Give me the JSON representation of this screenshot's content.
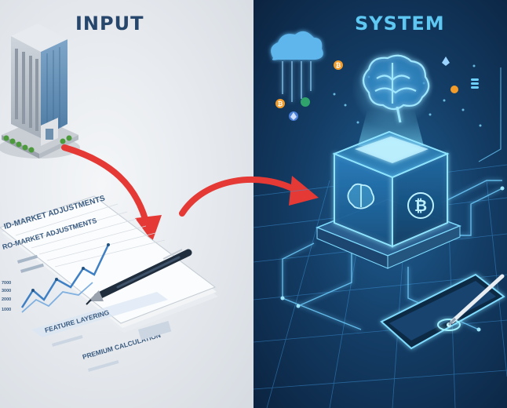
{
  "headers": {
    "input_title": "INPUT",
    "system_title": "SYSTEM"
  },
  "document": {
    "heading_1": "ID-MARKET ADJUSTMENTS",
    "heading_2": "RO-MARKET ADJUSTMENTS",
    "axis_values": [
      "7000",
      "3000",
      "2000",
      "1000"
    ],
    "section_1": "FEATURE LAYERING",
    "section_2": "PREMIUM CALCULATION"
  },
  "colors": {
    "arrow": "#e53935",
    "system_glow": "#5ec8f2",
    "input_title": "#27466c"
  },
  "icons": [
    "office-building-icon",
    "document-icon",
    "pen-icon",
    "cloud-icon",
    "ai-brain-icon",
    "bitcoin-icon",
    "ethereum-icon",
    "database-icon",
    "tablet-icon",
    "stylus-icon",
    "processing-cube-icon"
  ]
}
